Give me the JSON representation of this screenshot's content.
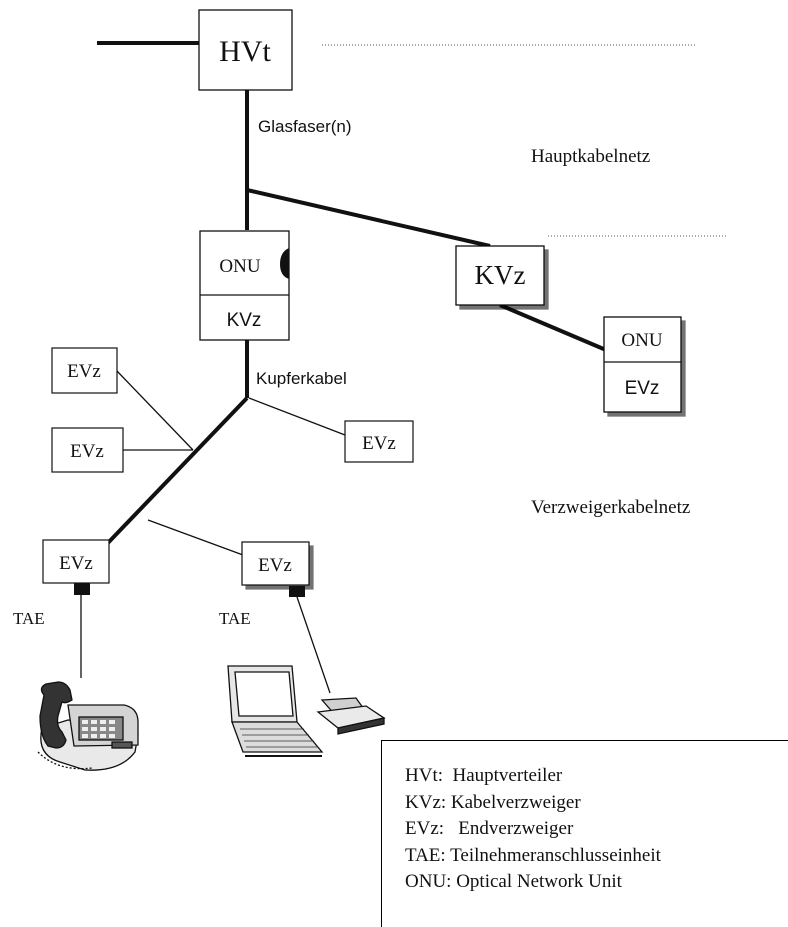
{
  "nodes": {
    "hvt": "HVt",
    "onu_main": "ONU",
    "kvz_main": "KVz",
    "kvz_right": "KVz",
    "onu_right": "ONU",
    "evz_right": "EVz",
    "evz_left_top": "EVz",
    "evz_left_mid": "EVz",
    "evz_mid_right": "EVz",
    "evz_bottom_left": "EVz",
    "evz_bottom_right": "EVz"
  },
  "labels": {
    "glasfaser": "Glasfaser(n)",
    "kupferkabel": "Kupferkabel",
    "hauptkabelnetz": "Hauptkabelnetz",
    "verzweigerkabelnetz": "Verzweigerkabelnetz",
    "tae_left": "TAE",
    "tae_right": "TAE"
  },
  "legend": [
    {
      "abbr": "HVt:",
      "text": "Hauptverteiler"
    },
    {
      "abbr": "KVz:",
      "text": "Kabelverzweiger"
    },
    {
      "abbr": "EVz:",
      "text": "Endverzweiger"
    },
    {
      "abbr": "TAE:",
      "text": "Teilnehmeranschlusseinheit"
    },
    {
      "abbr": "ONU:",
      "text": "Optical Network Unit"
    }
  ],
  "icons": {
    "telephone": "telephone-icon",
    "computer": "laptop-computer-icon"
  }
}
